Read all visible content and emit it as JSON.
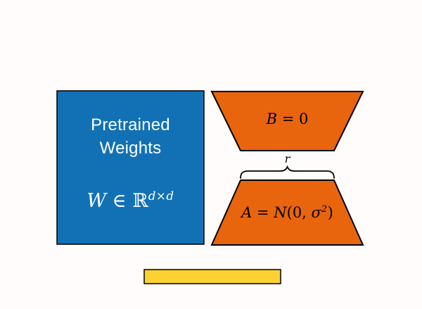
{
  "colors": {
    "background": "#FFFCFB",
    "blue": "#1271B5",
    "orange": "#E8650E",
    "yellow": "#FBD232",
    "outline": "#000000",
    "text_on_blue": "#FFFFFF",
    "text_on_orange": "#000000"
  },
  "pretrained_block": {
    "line1": "Pretrained",
    "line2": "Weights",
    "formula": {
      "var": "W",
      "relation": " ∈ ",
      "set": "ℝ",
      "sup": "d×d"
    }
  },
  "b_block": {
    "var": "B",
    "rest": " = 0"
  },
  "rank_label": "r",
  "a_block": {
    "var": "A",
    "eq": " = ",
    "dist": "N",
    "open": "(0, ",
    "sigma": "σ",
    "sup": "2",
    "close": ")"
  }
}
